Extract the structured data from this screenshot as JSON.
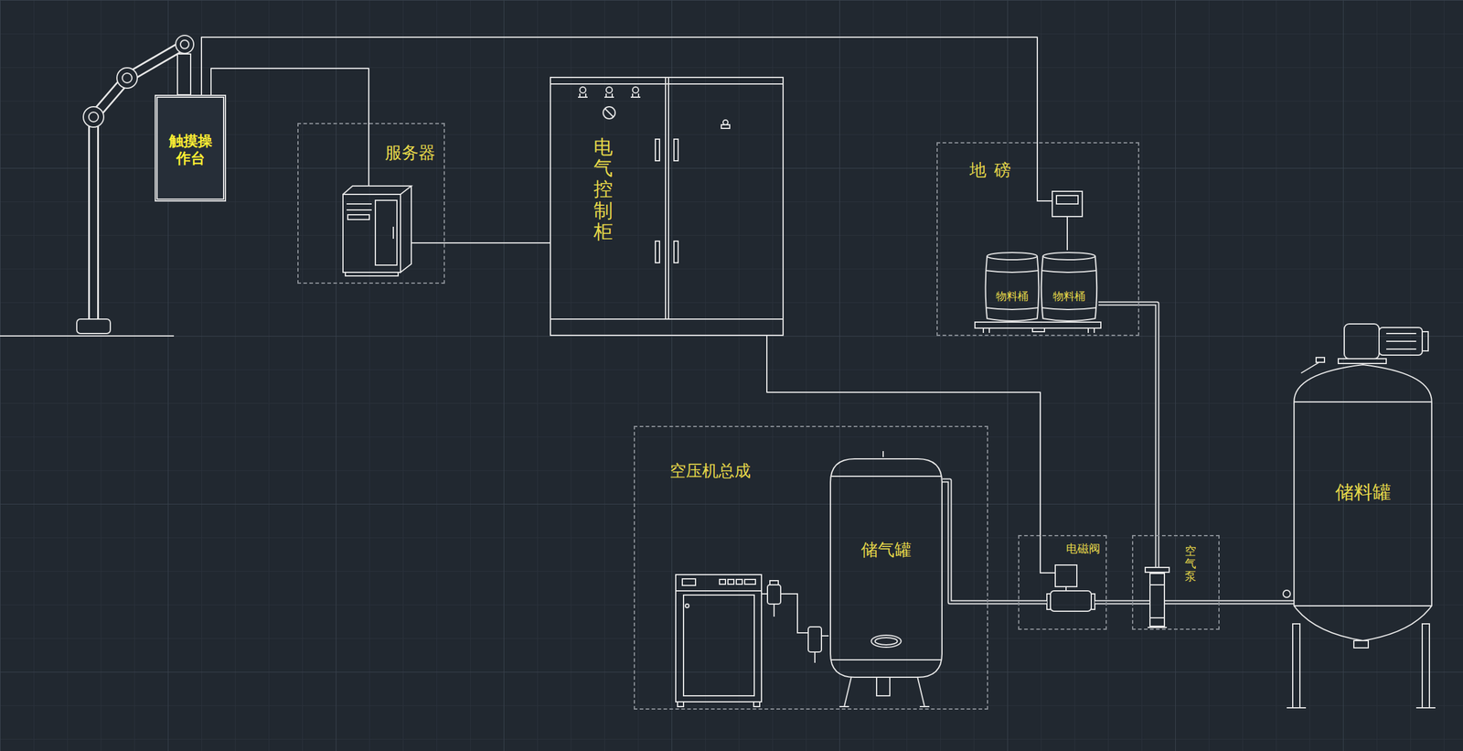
{
  "diagram": {
    "nodes": [
      {
        "text": [
          "触摸操作台"
        ]
      },
      {
        "text": [
          "服务器"
        ]
      },
      {
        "text": [
          "电气控制柜"
        ]
      },
      {
        "text": [
          "地磅"
        ]
      },
      {
        "text": [
          "物料桶"
        ],
        "in": 3
      },
      {
        "text": [
          "物料桶"
        ],
        "in": 3
      },
      {
        "text": [
          "空压机总成"
        ]
      },
      {
        "text": [
          "储气罐"
        ],
        "in": 6
      },
      {
        "text": [
          "电磁阀"
        ]
      },
      {
        "text": [
          "空气泵"
        ]
      },
      {
        "text": [
          "储料罐"
        ]
      }
    ],
    "edges": [
      {
        "from": 0,
        "to": 1,
        "arrow": "none"
      },
      {
        "from": 0,
        "to": 3,
        "arrow": "none"
      },
      {
        "from": 1,
        "to": 2,
        "arrow": "none"
      },
      {
        "from": 2,
        "to": 8,
        "arrow": "none"
      },
      {
        "from": 7,
        "to": 8,
        "arrow": "none"
      },
      {
        "from": 8,
        "to": 9,
        "arrow": "none"
      },
      {
        "from": 5,
        "to": 9,
        "arrow": "none"
      },
      {
        "from": 9,
        "to": 10,
        "arrow": "none"
      }
    ]
  }
}
